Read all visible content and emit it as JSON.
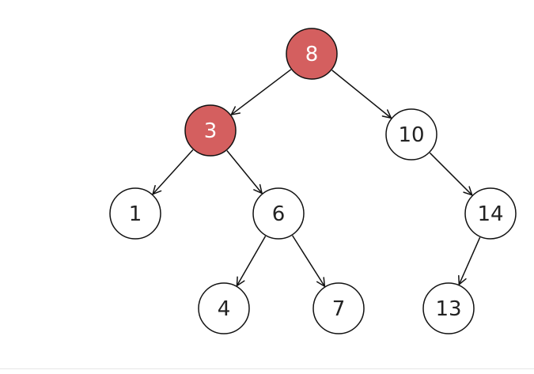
{
  "diagram": {
    "type": "binary-search-tree",
    "colors": {
      "highlight_fill": "#d45f5f",
      "highlight_text": "#ffffff",
      "node_fill": "#ffffff",
      "node_text": "#222222",
      "stroke": "#111111"
    },
    "nodes": [
      {
        "id": "n8",
        "label": "8",
        "highlighted": true
      },
      {
        "id": "n3",
        "label": "3",
        "highlighted": true
      },
      {
        "id": "n10",
        "label": "10",
        "highlighted": false
      },
      {
        "id": "n1",
        "label": "1",
        "highlighted": false
      },
      {
        "id": "n6",
        "label": "6",
        "highlighted": false
      },
      {
        "id": "n14",
        "label": "14",
        "highlighted": false
      },
      {
        "id": "n4",
        "label": "4",
        "highlighted": false
      },
      {
        "id": "n7",
        "label": "7",
        "highlighted": false
      },
      {
        "id": "n13",
        "label": "13",
        "highlighted": false
      }
    ],
    "edges": [
      {
        "from": "n8",
        "to": "n3"
      },
      {
        "from": "n8",
        "to": "n10"
      },
      {
        "from": "n3",
        "to": "n1"
      },
      {
        "from": "n3",
        "to": "n6"
      },
      {
        "from": "n10",
        "to": "n14"
      },
      {
        "from": "n6",
        "to": "n4"
      },
      {
        "from": "n6",
        "to": "n7"
      },
      {
        "from": "n14",
        "to": "n13"
      }
    ]
  }
}
